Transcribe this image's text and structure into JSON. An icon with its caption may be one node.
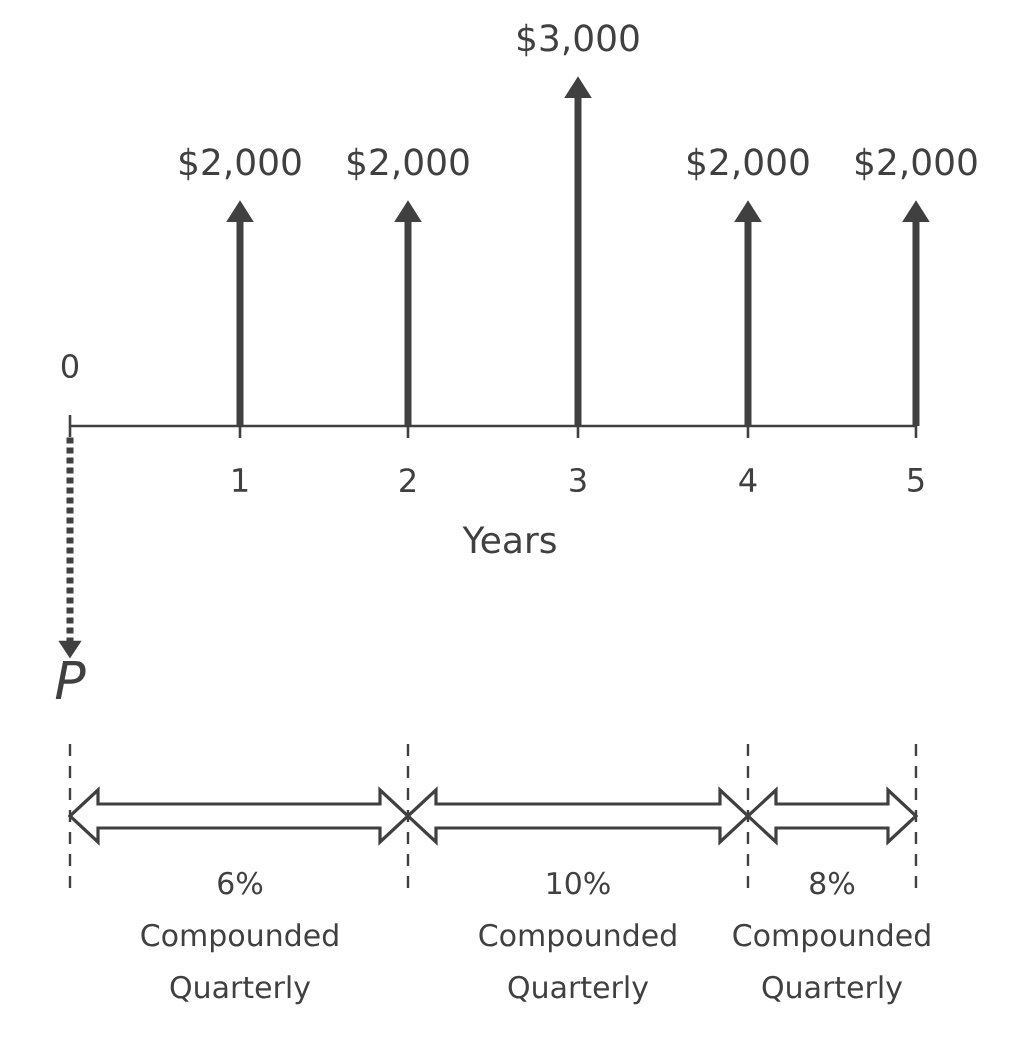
{
  "diagram": {
    "nodes": [
      {
        "text": [],
        "shape": "bar"
      },
      {
        "text": [
          "P"
        ]
      }
    ],
    "edges": [
      {
        "from": 0,
        "to": 1,
        "arrow": "to",
        "style": "dashed"
      }
    ],
    "labels": [
      "$3,000",
      "$2,000",
      "$2,000",
      "$2,000",
      "$2,000",
      "0",
      "1",
      "2",
      "3",
      "4",
      "5",
      "Years",
      "6% Compounded Quarterly",
      "10% Compounded Quarterly",
      "8% Compounded Quarterly"
    ]
  }
}
